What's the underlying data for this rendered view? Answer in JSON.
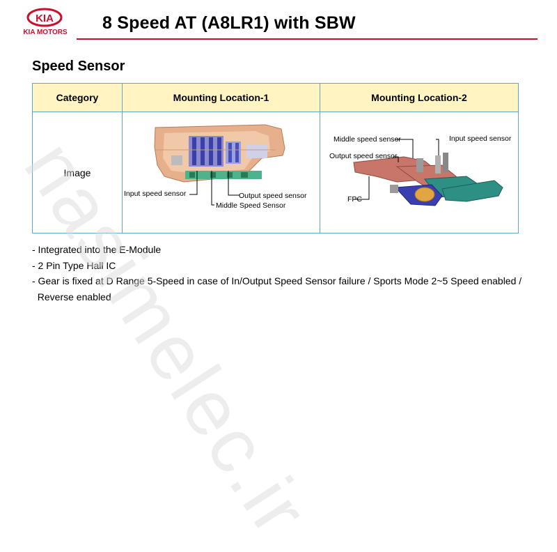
{
  "header": {
    "brand_text": "KIA MOTORS",
    "logo_text": "KIA",
    "title": "8 Speed AT (A8LR1) with SBW",
    "accent_color": "#c8102e"
  },
  "section_title": "Speed Sensor",
  "table": {
    "headers": [
      "Category",
      "Mounting Location-1",
      "Mounting Location-2"
    ],
    "row_category": "Image",
    "location1_labels": {
      "input": "Input speed sensor",
      "output": "Output speed sensor",
      "middle": "Middle Speed Sensor"
    },
    "location2_labels": {
      "middle": "Middle speed sensor",
      "input": "Input speed sensor",
      "output": "Output speed sensor",
      "fpc": "FPC"
    },
    "header_bg": "#fff4c2",
    "border_color": "#5fa6c9"
  },
  "notes": [
    "- Integrated into the E-Module",
    "- 2 Pin Type Hall IC",
    "- Gear is fixed at D Range 5-Speed in case of In/Output Speed Sensor failure / Sports Mode 2~5 Speed enabled /",
    "  Reverse enabled"
  ],
  "watermark": "nasimelec.ir",
  "icons": [
    "kia-logo-icon",
    "transmission-cutaway-image",
    "e-module-fpc-image"
  ]
}
